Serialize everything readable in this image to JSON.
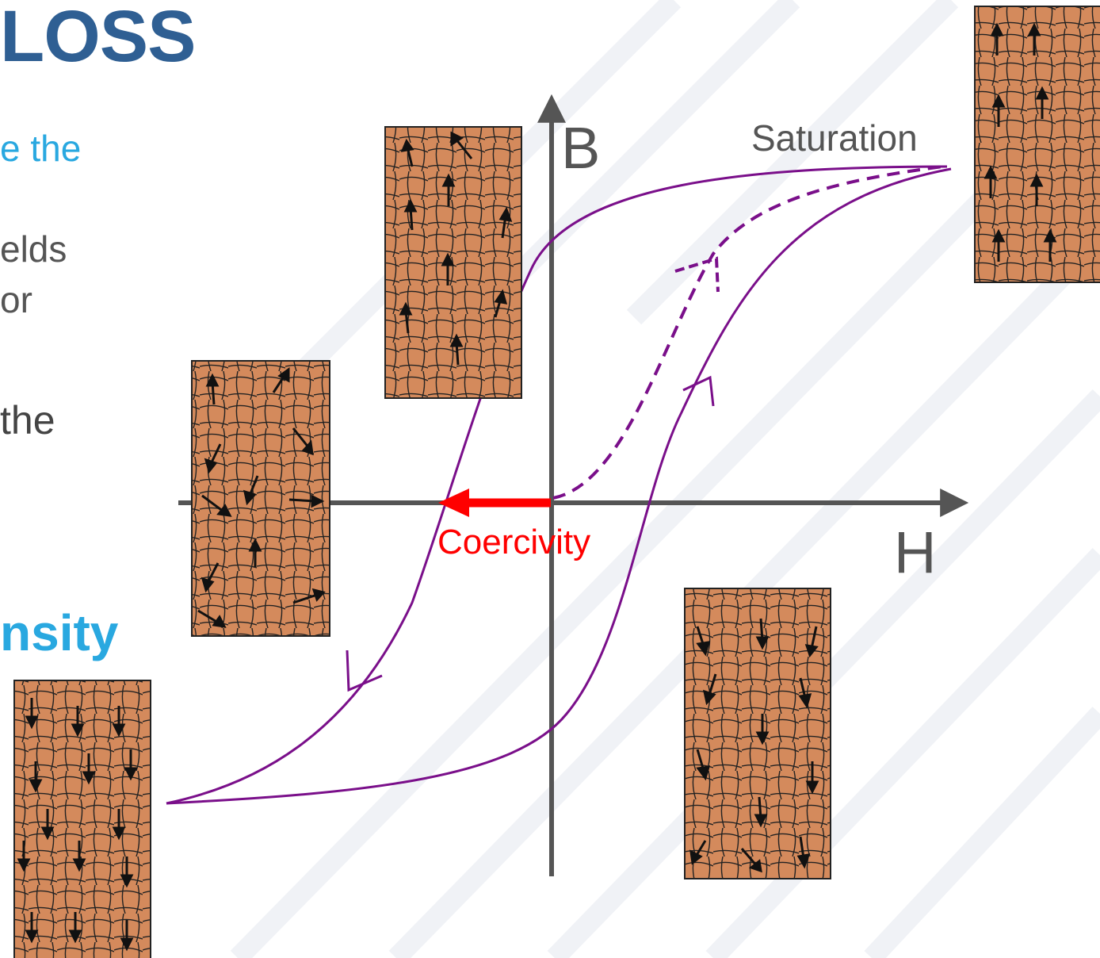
{
  "heading": {
    "title": "LOSS",
    "line1": "e the",
    "line2": "elds",
    "line3": "or",
    "line4": "the",
    "line5": "nsity"
  },
  "diagram": {
    "axis_b_label": "B",
    "axis_h_label": "H",
    "saturation_label": "Saturation",
    "coercivity_label": "Coercivity",
    "colors": {
      "axis": "#555555",
      "loop": "#7a0f8a",
      "coercivity": "#ff0000",
      "domain_fill": "#d48a5c",
      "domain_stroke": "#222222",
      "title": "#2f5f93",
      "accent": "#29a8e0"
    },
    "domain_blocks": [
      {
        "name": "domain-block-top-right",
        "direction": "up"
      },
      {
        "name": "domain-block-upper-left",
        "direction": "mostly-up"
      },
      {
        "name": "domain-block-middle-left",
        "direction": "random"
      },
      {
        "name": "domain-block-lower-right",
        "direction": "mostly-down"
      },
      {
        "name": "domain-block-bottom-left",
        "direction": "down"
      }
    ]
  }
}
